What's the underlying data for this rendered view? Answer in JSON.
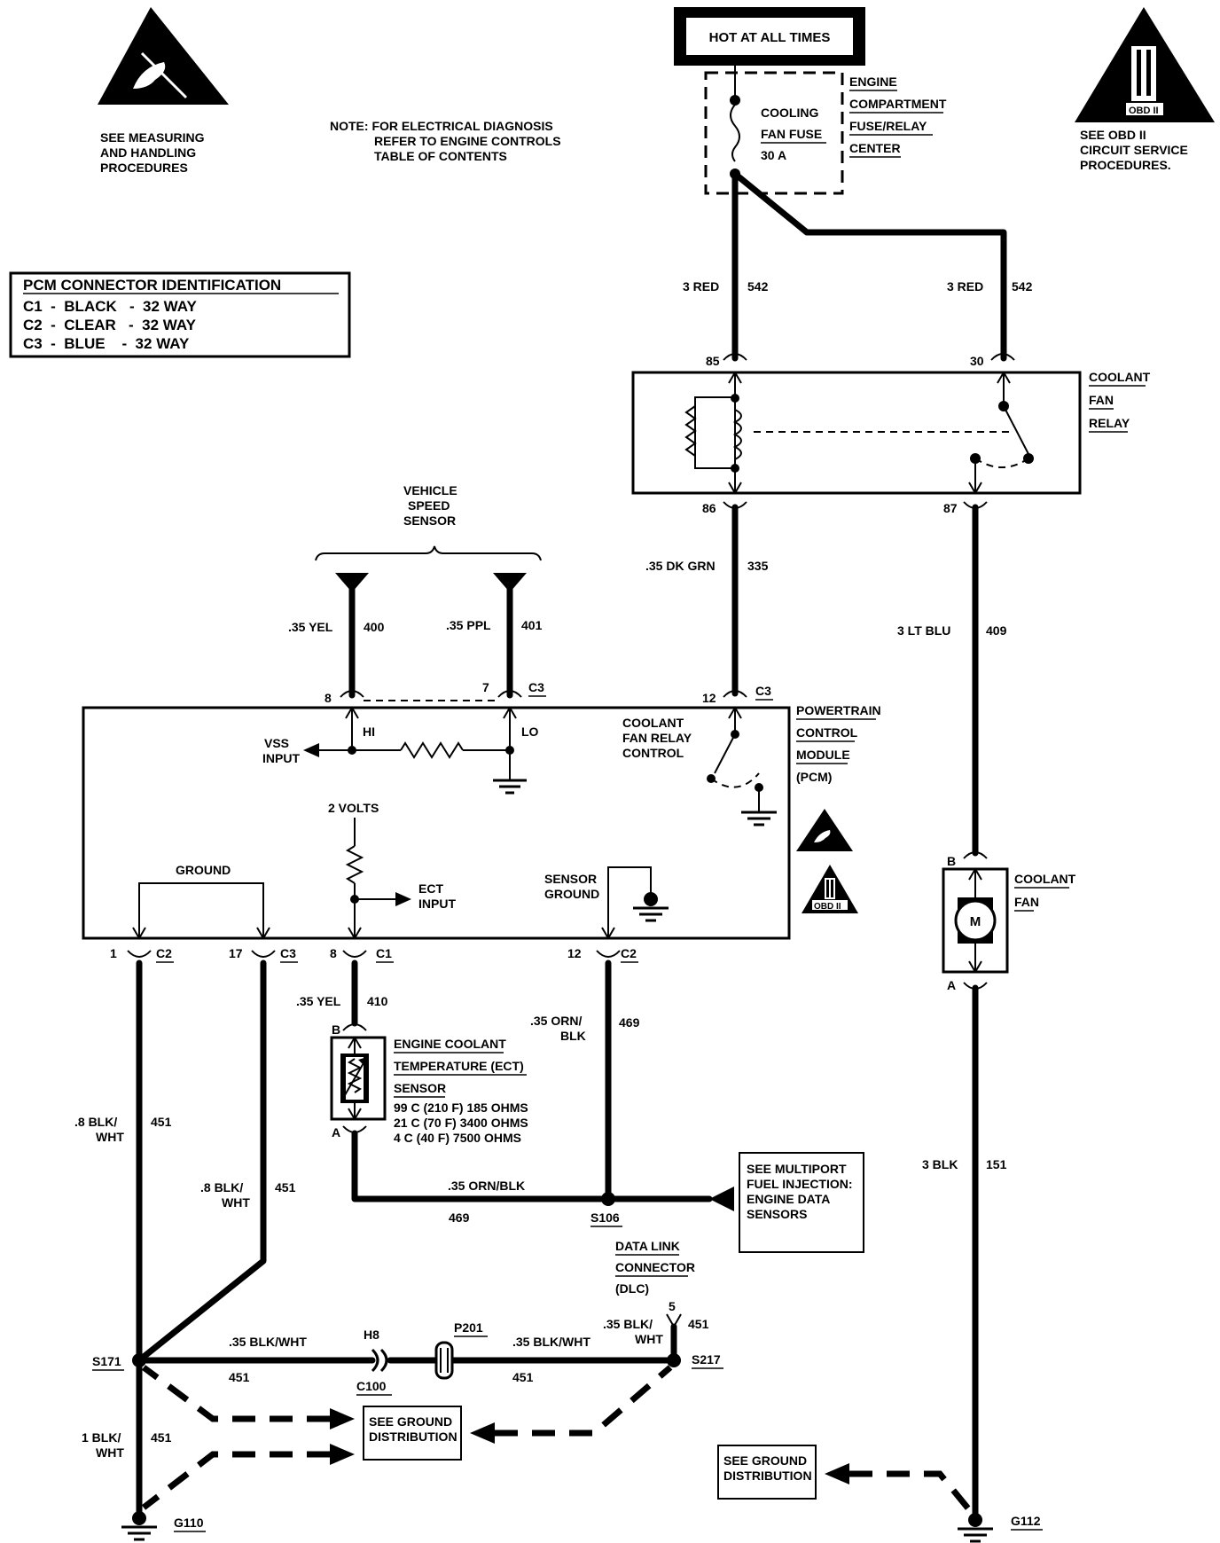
{
  "header": {
    "hot_label": "HOT AT ALL TIMES",
    "note_line1": "NOTE:  FOR ELECTRICAL DIAGNOSIS",
    "note_line2": "REFER TO ENGINE CONTROLS",
    "note_line3": "TABLE OF CONTENTS",
    "esd_line1": "SEE MEASURING",
    "esd_line2": "AND HANDLING",
    "esd_line3": "PROCEDURES",
    "obd_line1": "SEE OBD II",
    "obd_line2": "CIRCUIT SERVICE",
    "obd_line3": "PROCEDURES.",
    "obd_badge": "OBD II",
    "obd_numeral": "II"
  },
  "pcm_id": {
    "title": "PCM CONNECTOR IDENTIFICATION",
    "rows": [
      "C1  -  BLACK   -  32 WAY",
      "C2  -  CLEAR   -  32 WAY",
      "C3  -  BLUE    -  32 WAY"
    ]
  },
  "fuse": {
    "line1": "COOLING",
    "line2": "FAN FUSE",
    "line3": "30 A",
    "center1": "ENGINE",
    "center2": "COMPARTMENT",
    "center3": "FUSE/RELAY",
    "center4": "CENTER"
  },
  "relay": {
    "name1": "COOLANT",
    "name2": "FAN",
    "name3": "RELAY",
    "pin85": "85",
    "pin30": "30",
    "pin86": "86",
    "pin87": "87"
  },
  "wires": {
    "w542a_gauge": "3 RED",
    "w542a_circuit": "542",
    "w542b_gauge": "3 RED",
    "w542b_circuit": "542",
    "w335_gauge": ".35 DK GRN",
    "w335_circuit": "335",
    "w409_gauge": "3 LT BLU",
    "w409_circuit": "409",
    "w400_gauge": ".35 YEL",
    "w400_circuit": "400",
    "w401_gauge": ".35 PPL",
    "w401_circuit": "401",
    "w410_gauge": ".35 YEL",
    "w410_circuit": "410",
    "w469_gauge1": ".35 ORN/",
    "w469_gauge2": "BLK",
    "w469_circuit": "469",
    "w469h_gauge": ".35 ORN/BLK",
    "w469h_circuit": "469",
    "w151_gauge": "3 BLK",
    "w151_circuit": "151",
    "w451a_gauge1": ".8 BLK/",
    "w451a_gauge2": "WHT",
    "w451a_circuit": "451",
    "w451b_gauge1": ".8 BLK/",
    "w451b_gauge2": "WHT",
    "w451b_circuit": "451",
    "w451c_gauge": ".35 BLK/WHT",
    "w451c_circuit": "451",
    "w451d_gauge": ".35 BLK/WHT",
    "w451d_circuit": "451",
    "w451e_gauge1": ".35 BLK/",
    "w451e_gauge2": "WHT",
    "w451e_circuit": "451",
    "w451f_gauge1": "1 BLK/",
    "w451f_gauge2": "WHT",
    "w451f_circuit": "451"
  },
  "vss": {
    "line1": "VEHICLE",
    "line2": "SPEED",
    "line3": "SENSOR"
  },
  "pcm": {
    "name1": "POWERTRAIN",
    "name2": "CONTROL",
    "name3": "MODULE",
    "name4": "(PCM)",
    "pin8": "8",
    "pin7": "7",
    "c3a": "C3",
    "pin12": "12",
    "c3b": "C3",
    "hi": "HI",
    "lo": "LO",
    "vss_input1": "VSS",
    "vss_input2": "INPUT",
    "relay_ctrl1": "COOLANT",
    "relay_ctrl2": "FAN RELAY",
    "relay_ctrl3": "CONTROL",
    "volts": "2 VOLTS",
    "ect_input1": "ECT",
    "ect_input2": "INPUT",
    "ground": "GROUND",
    "sensor_ground1": "SENSOR",
    "sensor_ground2": "GROUND",
    "bpin1": "1",
    "bc2a": "C2",
    "bpin17": "17",
    "bc3": "C3",
    "bpin8": "8",
    "bc1": "C1",
    "bpin12": "12",
    "bc2b": "C2",
    "obd_badge": "OBD II",
    "obd_numeral": "II"
  },
  "fan": {
    "name1": "COOLANT",
    "name2": "FAN",
    "pinB": "B",
    "pinA": "A",
    "motor": "M"
  },
  "ect": {
    "pinB": "B",
    "pinA": "A",
    "name1": "ENGINE COOLANT",
    "name2": "TEMPERATURE (ECT)",
    "name3": "SENSOR",
    "spec1": "99 C (210 F)  185 OHMS",
    "spec2": "21 C (70 F)  3400 OHMS",
    "spec3": "4 C (40 F)  7500 OHMS"
  },
  "mfi": {
    "line1": "SEE MULTIPORT",
    "line2": "FUEL INJECTION:",
    "line3": "ENGINE DATA",
    "line4": "SENSORS"
  },
  "splices": {
    "s106": "S106",
    "s171": "S171",
    "s217": "S217",
    "h8": "H8",
    "c100": "C100",
    "p201": "P201"
  },
  "dlc": {
    "line1": "DATA LINK",
    "line2": "CONNECTOR",
    "line3": "(DLC)",
    "pin5": "5"
  },
  "grounds": {
    "dist_a1": "SEE GROUND",
    "dist_a2": "DISTRIBUTION",
    "dist_b1": "SEE GROUND",
    "dist_b2": "DISTRIBUTION",
    "g110": "G110",
    "g112": "G112"
  }
}
